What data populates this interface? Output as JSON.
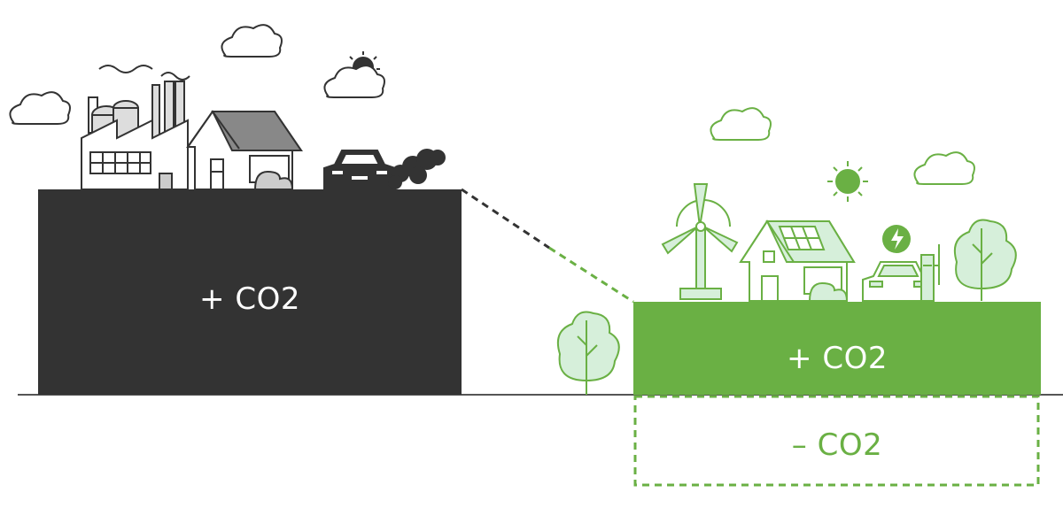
{
  "labels": {
    "dark_emissions": "+ CO2",
    "green_emissions": "+ CO2",
    "green_offset": "– CO2"
  },
  "colors": {
    "dark": "#333333",
    "green": "#6ab044",
    "green_light": "#d6efda",
    "ground": "#555555",
    "outline": "#333333"
  },
  "icons": [
    "factory-icon",
    "house-icon",
    "car-icon",
    "smoke-icon",
    "cloud-icon",
    "sun-icon",
    "wind-turbine-icon",
    "solar-house-icon",
    "electric-car-icon",
    "charging-station-icon",
    "lightning-bolt-icon",
    "tree-icon"
  ]
}
